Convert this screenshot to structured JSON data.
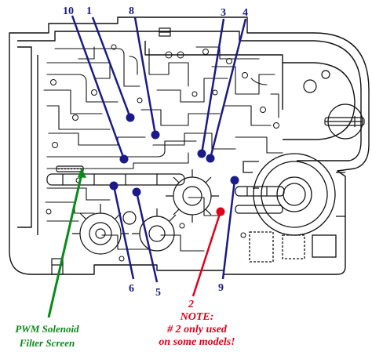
{
  "callouts": [
    {
      "id": "10",
      "label": "10",
      "color": "#1a1a8a"
    },
    {
      "id": "1",
      "label": "1",
      "color": "#1a1a8a"
    },
    {
      "id": "8",
      "label": "8",
      "color": "#1a1a8a"
    },
    {
      "id": "3",
      "label": "3",
      "color": "#1a1a8a"
    },
    {
      "id": "4",
      "label": "4",
      "color": "#1a1a8a"
    },
    {
      "id": "6",
      "label": "6",
      "color": "#1a1a8a"
    },
    {
      "id": "5",
      "label": "5",
      "color": "#1a1a8a"
    },
    {
      "id": "9",
      "label": "9",
      "color": "#1a1a8a"
    },
    {
      "id": "2",
      "label": "2",
      "color": "#e0001a"
    }
  ],
  "note": {
    "heading": "NOTE:",
    "line1": "# 2 only used",
    "line2": "on some models!",
    "color": "#e0001a"
  },
  "filter_label": {
    "line1": "PWM Solenoid",
    "line2": "Filter Screen",
    "color": "#0a8a1a"
  },
  "colors": {
    "outline": "#111111",
    "marker_blue": "#1a1a8a",
    "marker_red": "#e0001a",
    "leader_green": "#0a8a1a"
  }
}
